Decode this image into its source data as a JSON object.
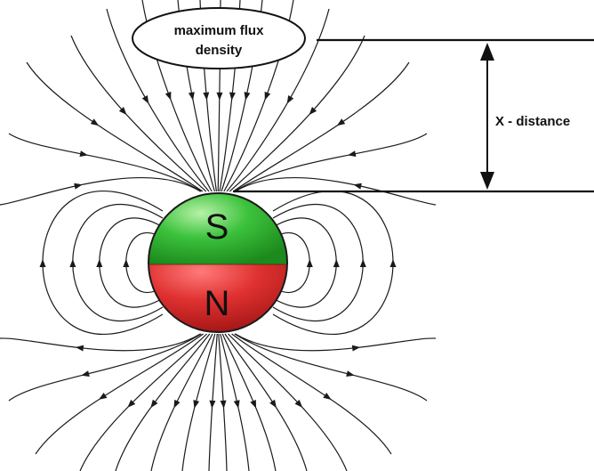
{
  "diagram": {
    "callout": {
      "line1": "maximum flux",
      "line2": "density"
    },
    "distance_label": "X - distance",
    "magnet": {
      "top_pole": "S",
      "bottom_pole": "N",
      "top_color": "#3cc23c",
      "bottom_color": "#e03131"
    },
    "line_color": "#1a1a1a"
  }
}
